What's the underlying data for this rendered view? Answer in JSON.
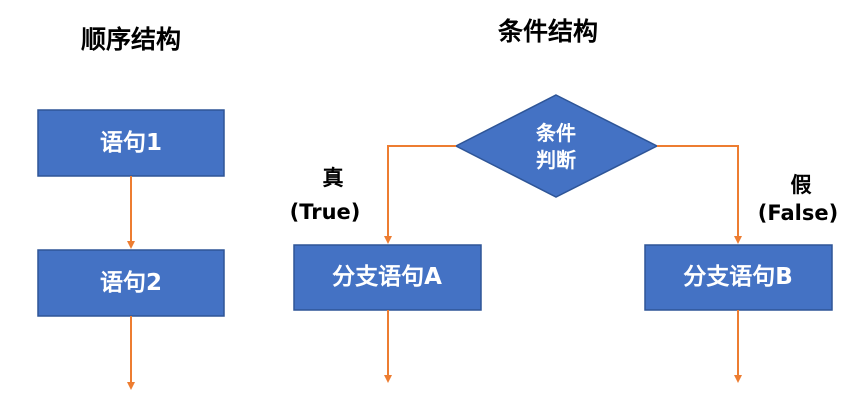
{
  "sequential": {
    "title": "顺序结构",
    "statement1": "语句1",
    "statement2": "语句2"
  },
  "conditional": {
    "title": "条件结构",
    "condition_line1": "条件",
    "condition_line2": "判断",
    "true_label": "真",
    "true_label_en": "(True)",
    "false_label": "假",
    "false_label_en": "(False)",
    "branch_a": "分支语句A",
    "branch_b": "分支语句B"
  },
  "colors": {
    "box_fill": "#4472C4",
    "arrow": "#ED7D31",
    "text_on_box": "#FFFFFF"
  }
}
